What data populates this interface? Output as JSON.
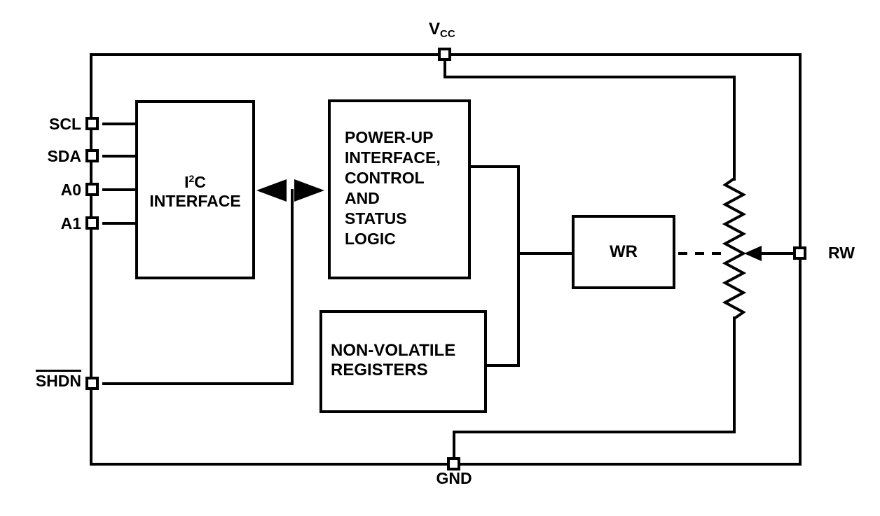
{
  "diagram": {
    "background": "#ffffff",
    "line_color": "#000000",
    "pins": {
      "vcc": {
        "label_main": "V",
        "label_sub": "CC"
      },
      "scl": {
        "label": "SCL"
      },
      "sda": {
        "label": "SDA"
      },
      "a0": {
        "label": "A0"
      },
      "a1": {
        "label": "A1"
      },
      "shdn": {
        "label": "SHDN",
        "overline": "true"
      },
      "gnd": {
        "label": "GND"
      },
      "rw": {
        "label": "RW"
      }
    },
    "blocks": {
      "i2c_interface": {
        "line1_base": "I",
        "line1_sup": "2",
        "line1_end": "C",
        "line2": "INTERFACE"
      },
      "power_up": {
        "lines": [
          "POWER-UP",
          "INTERFACE,",
          "CONTROL",
          "AND",
          "STATUS",
          "LOGIC"
        ]
      },
      "nonvolatile": {
        "lines": [
          "NON-VOLATILE",
          "REGISTERS"
        ]
      },
      "wr": {
        "label": "WR"
      }
    }
  }
}
